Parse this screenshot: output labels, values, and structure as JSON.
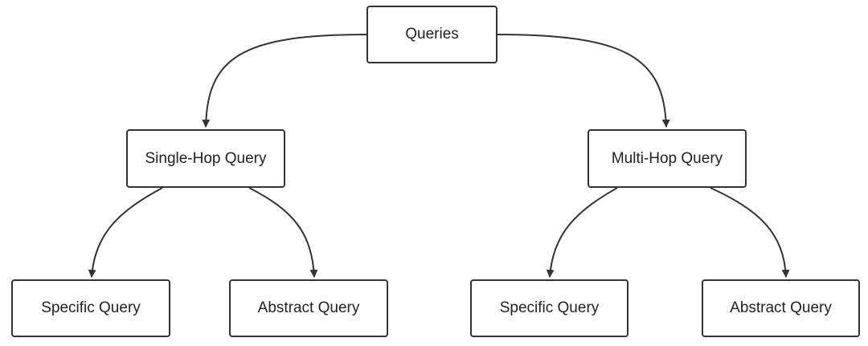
{
  "diagram": {
    "line_color": "#333333",
    "nodes": {
      "root": "Queries",
      "single_hop": "Single-Hop Query",
      "multi_hop": "Multi-Hop Query",
      "single_specific": "Specific Query",
      "single_abstract": "Abstract Query",
      "multi_specific": "Specific Query",
      "multi_abstract": "Abstract Query"
    },
    "edges": [
      {
        "from": "Queries",
        "to": "Single-Hop Query"
      },
      {
        "from": "Queries",
        "to": "Multi-Hop Query"
      },
      {
        "from": "Single-Hop Query",
        "to": "Specific Query"
      },
      {
        "from": "Single-Hop Query",
        "to": "Abstract Query"
      },
      {
        "from": "Multi-Hop Query",
        "to": "Specific Query"
      },
      {
        "from": "Multi-Hop Query",
        "to": "Abstract Query"
      }
    ]
  }
}
